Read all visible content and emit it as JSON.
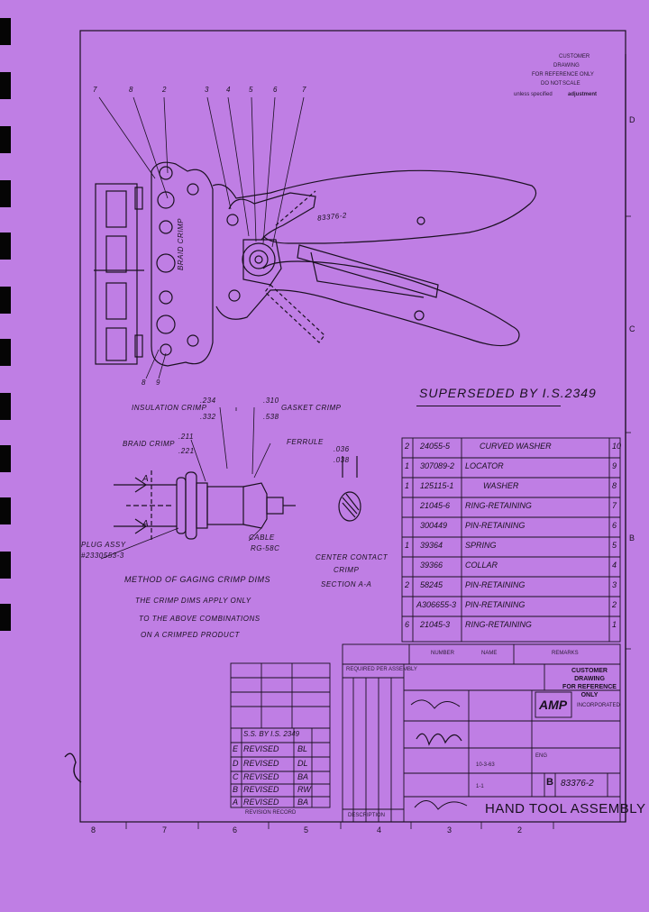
{
  "drawing": {
    "superseded_note": "SUPERSEDED BY I.S.2349",
    "stamp_lines": [
      "CUSTOMER",
      "DRAWING",
      "FOR REFERENCE ONLY",
      "DO NOT",
      "SCALE",
      "unless specified",
      "adjustment"
    ],
    "tool_label": "83376-2",
    "jaw_text": "BRAID CRIMP",
    "balloons": [
      "7",
      "8",
      "2",
      "3",
      "4",
      "5",
      "6",
      "7"
    ],
    "balloons_bottom": [
      "8",
      "9"
    ]
  },
  "crimp_detail": {
    "insulation_crimp_label": "INSULATION CRIMP",
    "insulation_dims": [
      ".234",
      ".332"
    ],
    "gasket_crimp_label": "GASKET CRIMP",
    "gasket_dims": [
      ".310",
      ".538"
    ],
    "braid_crimp_label": "BRAID CRIMP",
    "braid_dims": [
      ".211",
      ".221"
    ],
    "ferrule_label": "FERRULE",
    "cable_label": "CABLE",
    "cable_ref": "RG-58C",
    "plug_assy_label": "PLUG ASSY",
    "plug_assy_number": "#2330553-3",
    "section_mark": "A",
    "method_title": "METHOD OF GAGING CRIMP DIMS",
    "method_notes": [
      "THE CRIMP DIMS APPLY ONLY",
      "TO THE ABOVE COMBINATIONS",
      "ON A CRIMPED PRODUCT"
    ],
    "center_contact_label": [
      "CENTER CONTACT",
      "CRIMP",
      "SECTION A-A"
    ],
    "center_dims": [
      ".036",
      ".038"
    ]
  },
  "bom": {
    "rows": [
      {
        "qty": "2",
        "part": "24055-5",
        "desc": "CURVED WASHER",
        "item": "10"
      },
      {
        "qty": "1",
        "part": "307089-2",
        "desc": "LOCATOR",
        "item": "9"
      },
      {
        "qty": "1",
        "part": "125115-1",
        "desc": "WASHER",
        "item": "8"
      },
      {
        "qty": "",
        "part": "21045-6",
        "desc": "RING-RETAINING",
        "item": "7"
      },
      {
        "qty": "",
        "part": "300449",
        "desc": "PIN-RETAINING",
        "item": "6"
      },
      {
        "qty": "1",
        "part": "39364",
        "desc": "SPRING",
        "item": "5"
      },
      {
        "qty": "",
        "part": "39366",
        "desc": "COLLAR",
        "item": "4"
      },
      {
        "qty": "2",
        "part": "58245",
        "desc": "PIN-RETAINING",
        "item": "3"
      },
      {
        "qty": "",
        "part": "A306655-3",
        "desc": "PIN-RETAINING",
        "item": "2"
      },
      {
        "qty": "6",
        "part": "21045-3",
        "desc": "RING-RETAINING",
        "item": "1"
      }
    ],
    "header": {
      "number": "NUMBER",
      "name": "NAME",
      "remarks": "REMARKS"
    }
  },
  "revisions": {
    "rows": [
      {
        "ltr": "",
        "desc": "S.S. BY I.S. 2349",
        "by": ""
      },
      {
        "ltr": "E",
        "desc": "REVISED",
        "by": "BL"
      },
      {
        "ltr": "D",
        "desc": "REVISED",
        "by": "DL"
      },
      {
        "ltr": "C",
        "desc": "REVISED",
        "by": "BA"
      },
      {
        "ltr": "B",
        "desc": "REVISED",
        "by": "RW"
      },
      {
        "ltr": "A",
        "desc": "REVISED",
        "by": "BA"
      }
    ],
    "header": "REVISION RECORD",
    "required_for_assembly": "REQUIRED PER ASSEMBLY"
  },
  "title_block": {
    "company": "AMP",
    "company_sub": "INCORPORATED",
    "custom_stamp": [
      "CUSTOMER DRAWING",
      "FOR REFERENCE ONLY"
    ],
    "drawing_title": "HAND TOOL ASSEMBLY",
    "size": "B",
    "drawing_number": "83376-2",
    "eng": "ENG",
    "sheet": "1-1",
    "date": "10-3-63",
    "description_label": "DESCRIPTION"
  },
  "zones_bottom": [
    "8",
    "7",
    "6",
    "5",
    "4",
    "3",
    "2"
  ],
  "zones_right": [
    "D",
    "C",
    "B"
  ]
}
